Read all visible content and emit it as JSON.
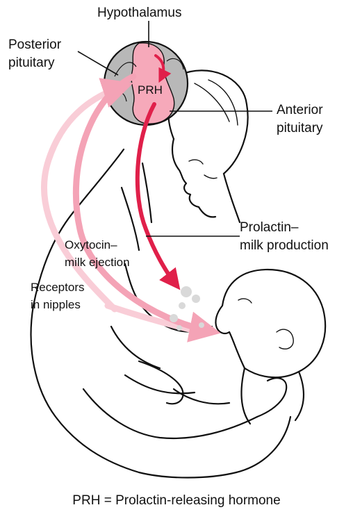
{
  "labels": {
    "hypothalamus": "Hypothalamus",
    "posterior_1": "Posterior",
    "posterior_2": "pituitary",
    "prh": "PRH",
    "anterior_1": "Anterior",
    "anterior_2": "pituitary",
    "prolactin_1": "Prolactin–",
    "prolactin_2": "milk production",
    "oxytocin_1": "Oxytocin–",
    "oxytocin_2": "milk ejection",
    "receptors_1": "Receptors",
    "receptors_2": "in nipples"
  },
  "caption": "PRH = Prolactin-releasing hormone",
  "colors": {
    "prolactin_arrow": "#e0204a",
    "oxytocin_arrow": "#f7b3c2",
    "receptor_arrow": "#f9cdd7",
    "brain_gray": "#b8b8b8",
    "pituitary_pink": "#f6a9ba"
  }
}
